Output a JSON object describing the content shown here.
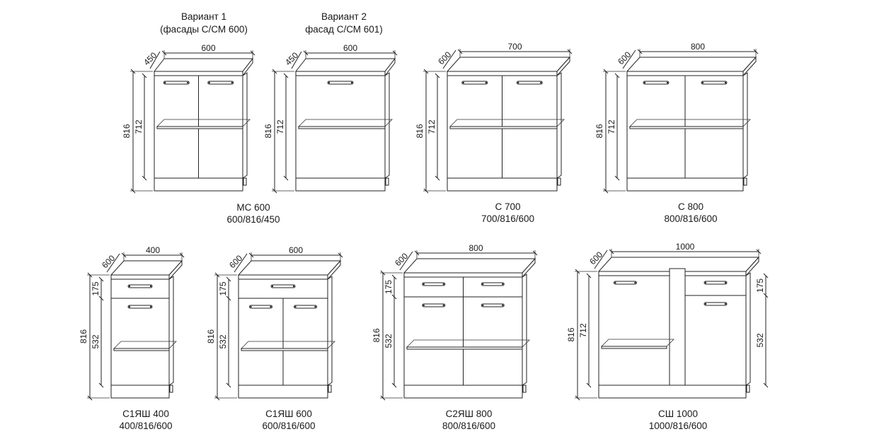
{
  "variants": [
    {
      "title": "Вариант 1",
      "subtitle": "(фасады С/СМ 600)"
    },
    {
      "title": "Вариант 2",
      "subtitle": "фасад С/СМ 601)"
    }
  ],
  "cabinets": [
    {
      "id": "mc600a",
      "width_label": "600",
      "depth_label": "450",
      "height_label": "816",
      "inner_height_label": "712",
      "drawer_label": "",
      "lower_label": "",
      "layout": "two-doors",
      "name": "",
      "dims": ""
    },
    {
      "id": "mc600b",
      "width_label": "600",
      "depth_label": "450",
      "height_label": "816",
      "inner_height_label": "712",
      "drawer_label": "",
      "lower_label": "",
      "layout": "one-door",
      "name": "",
      "dims": ""
    },
    {
      "id": "c700",
      "width_label": "700",
      "depth_label": "600",
      "height_label": "816",
      "inner_height_label": "712",
      "drawer_label": "",
      "lower_label": "",
      "layout": "two-doors",
      "name": "С 700",
      "dims": "700/816/600"
    },
    {
      "id": "c800",
      "width_label": "800",
      "depth_label": "600",
      "height_label": "816",
      "inner_height_label": "712",
      "drawer_label": "",
      "lower_label": "",
      "layout": "two-doors",
      "name": "С 800",
      "dims": "800/816/600"
    },
    {
      "id": "c1ya400",
      "width_label": "400",
      "depth_label": "600",
      "height_label": "816",
      "inner_height_label": "",
      "drawer_label": "175",
      "lower_label": "532",
      "layout": "drawer-drawer",
      "name": "С1ЯШ 400",
      "dims": "400/816/600"
    },
    {
      "id": "c1ya600",
      "width_label": "600",
      "depth_label": "600",
      "height_label": "816",
      "inner_height_label": "",
      "drawer_label": "175",
      "lower_label": "532",
      "layout": "drawer-two-doors",
      "name": "С1ЯШ 600",
      "dims": "600/816/600"
    },
    {
      "id": "c2ya800",
      "width_label": "800",
      "depth_label": "600",
      "height_label": "816",
      "inner_height_label": "",
      "drawer_label": "175",
      "lower_label": "532",
      "layout": "two-drawers-two-doors",
      "name": "С2ЯШ 800",
      "dims": "800/816/600"
    },
    {
      "id": "csh1000",
      "width_label": "1000",
      "depth_label": "600",
      "height_label": "816",
      "inner_height_label": "712",
      "drawer_label": "175",
      "lower_label": "532",
      "layout": "corner",
      "name": "СШ 1000",
      "dims": "1000/816/600"
    }
  ],
  "shared_caption": {
    "name": "МС 600",
    "dims": "600/816/450"
  }
}
